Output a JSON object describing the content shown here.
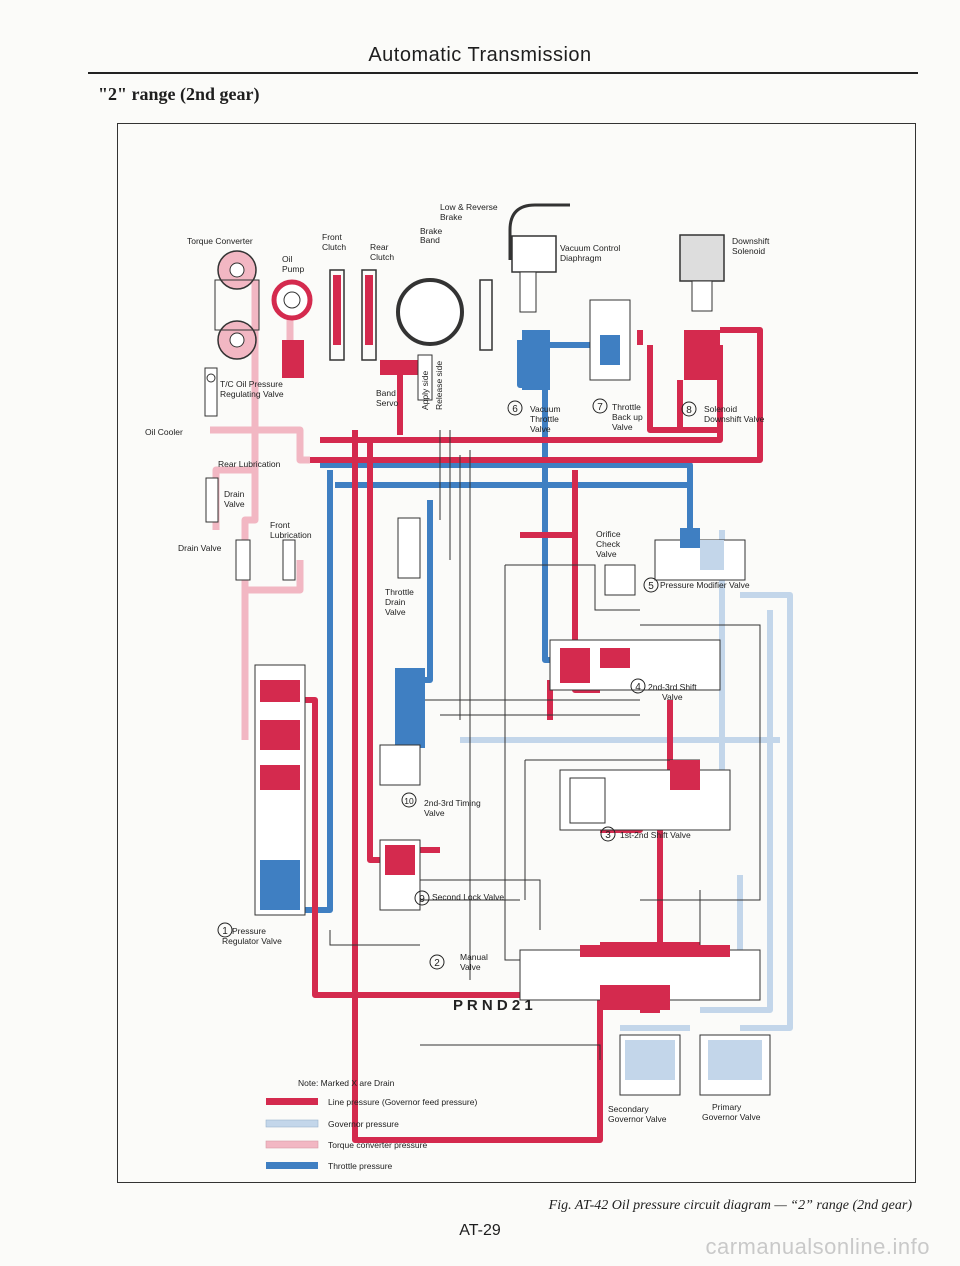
{
  "page": {
    "header": "Automatic Transmission",
    "range_title": "\"2\" range (2nd gear)",
    "caption": "Fig. AT-42 Oil pressure circuit diagram — “2” range (2nd gear)",
    "page_number": "AT-29",
    "watermark": "carmanualsonline.info"
  },
  "colors": {
    "line_pressure": "#d42a4e",
    "governor_pressure": "#c3d6ea",
    "torque_converter_pressure": "#f2b7c3",
    "throttle_pressure": "#3f7fc2"
  },
  "components": {
    "torque_converter": "Torque Converter",
    "oil_pump_1": "Oil",
    "oil_pump_2": "Pump",
    "front_clutch_1": "Front",
    "front_clutch_2": "Clutch",
    "rear_clutch_1": "Rear",
    "rear_clutch_2": "Clutch",
    "low_reverse_brake_1": "Low & Reverse",
    "low_reverse_brake_2": "Brake",
    "brake_band_1": "Brake",
    "brake_band_2": "Band",
    "vacuum_control_1": "Vacuum Control",
    "vacuum_control_2": "Diaphragm",
    "downshift_solenoid_1": "Downshift",
    "downshift_solenoid_2": "Solenoid",
    "tc_valve_1": "T/C Oil Pressure",
    "tc_valve_2": "Regulating Valve",
    "band_servo_1": "Band",
    "band_servo_2": "Servo",
    "apply_side": "Apply side",
    "release_side": "Release side",
    "vacuum_throttle_1": "Vacuum",
    "vacuum_throttle_2": "Throttle",
    "vacuum_throttle_3": "Valve",
    "throttle_backup_1": "Throttle",
    "throttle_backup_2": "Back up",
    "throttle_backup_3": "Valve",
    "solenoid_downshift_1": "Solenoid",
    "solenoid_downshift_2": "Downshift Valve",
    "oil_cooler": "Oil Cooler",
    "rear_lubrication": "Rear Lubrication",
    "drain_valve_top_1": "Drain",
    "drain_valve_top_2": "Valve",
    "front_lubrication_1": "Front",
    "front_lubrication_2": "Lubrication",
    "drain_valve_left": "Drain Valve",
    "orifice_check_1": "Orifice",
    "orifice_check_2": "Check",
    "orifice_check_3": "Valve",
    "pressure_modifier": "Pressure Modifier Valve",
    "throttle_drain_1": "Throttle",
    "throttle_drain_2": "Drain",
    "throttle_drain_3": "Valve",
    "shift_23_1": "2nd-3rd Shift",
    "shift_23_2": "Valve",
    "timing_23_1": "2nd-3rd Timing",
    "timing_23_2": "Valve",
    "shift_12": "1st-2nd Shift Valve",
    "second_lock": "Second Lock Valve",
    "manual_1": "Manual",
    "manual_2": "Valve",
    "prnd": "P R N D 2 1",
    "pressure_regulator_1": "Pressure",
    "pressure_regulator_2": "Regulator Valve",
    "secondary_governor_1": "Secondary",
    "secondary_governor_2": "Governor Valve",
    "primary_governor_1": "Primary",
    "primary_governor_2": "Governor Valve"
  },
  "valve_numbers": {
    "n1": "1",
    "n2": "2",
    "n3": "3",
    "n4": "4",
    "n5": "5",
    "n6": "6",
    "n7": "7",
    "n8": "8",
    "n9": "9",
    "n10": "10"
  },
  "legend": {
    "note": "Note:  Marked X are Drain",
    "items": [
      {
        "label": "Line pressure (Governor feed pressure)",
        "color": "#d42a4e"
      },
      {
        "label": "Governor pressure",
        "color": "#c3d6ea"
      },
      {
        "label": "Torque converter pressure",
        "color": "#f2b7c3"
      },
      {
        "label": "Throttle pressure",
        "color": "#3f7fc2"
      }
    ]
  }
}
